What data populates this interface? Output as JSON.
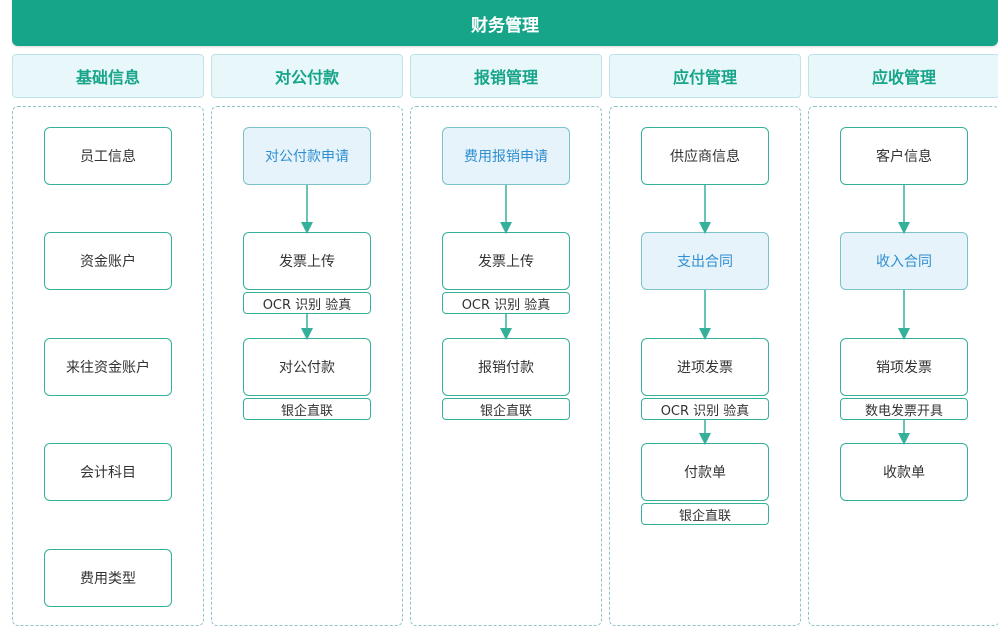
{
  "title": "财务管理",
  "columns": [
    {
      "header": "基础信息",
      "boxes": [
        "员工信息",
        "资金账户",
        "来往资金账户",
        "会计科目",
        "费用类型"
      ]
    },
    {
      "header": "对公付款",
      "boxes": [
        "对公付款申请",
        "发票上传",
        "对公付款"
      ],
      "tags": [
        "OCR 识别 验真",
        "银企直联"
      ]
    },
    {
      "header": "报销管理",
      "boxes": [
        "费用报销申请",
        "发票上传",
        "报销付款"
      ],
      "tags": [
        "OCR 识别 验真",
        "银企直联"
      ]
    },
    {
      "header": "应付管理",
      "boxes": [
        "供应商信息",
        "支出合同",
        "进项发票",
        "付款单"
      ],
      "tags": [
        "OCR 识别 验真",
        "银企直联"
      ]
    },
    {
      "header": "应收管理",
      "boxes": [
        "客户信息",
        "收入合同",
        "销项发票",
        "收款单"
      ],
      "tags": [
        "数电发票开具"
      ]
    }
  ],
  "colors": {
    "primary": "#17a58a",
    "header_bg": "#e8f7f9",
    "highlight_bg": "#e6f3fb",
    "highlight_text": "#2f8fd0"
  }
}
